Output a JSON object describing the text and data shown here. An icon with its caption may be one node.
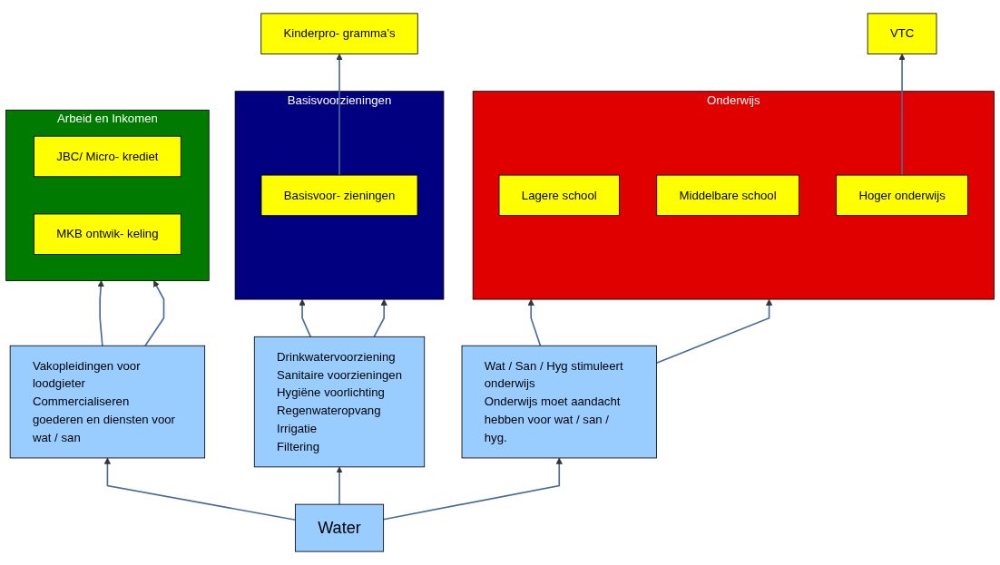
{
  "diagram": {
    "nodes": [
      {
        "text": [
          "Basisvoorzieningen"
        ]
      },
      {
        "text": [
          "Basisvoor- zieningen"
        ],
        "in": 0
      },
      {
        "text": [
          "Kinderpro- gramma’s"
        ]
      },
      {
        "text": [
          "Onderwijs"
        ]
      },
      {
        "text": [
          "Lagere school"
        ],
        "in": 3
      },
      {
        "text": [
          "Middelbare school"
        ],
        "in": 3
      },
      {
        "text": [
          "Hoger onderwijs"
        ],
        "in": 3
      },
      {
        "text": [
          "Arbeid en Inkomen"
        ]
      },
      {
        "text": [
          "VTC"
        ]
      },
      {
        "text": [
          "JBC/ Micro- krediet"
        ],
        "in": 7
      },
      {
        "text": [
          "MKB ontwik- keling"
        ],
        "in": 7
      },
      {
        "text": [
          "Drinkwatervoorziening",
          "Sanitaire voorzieningen",
          "Hygiëne voorlichting",
          "Regenwateropvang",
          "Irrigatie",
          "Filtering"
        ]
      },
      {
        "text": [
          "Wat / San / Hyg stimuleert onderwijs",
          "Onderwijs moet aandacht hebben voor wat / san / hyg."
        ]
      },
      {
        "text": [
          "Vakopleidingen voor loodgieter",
          "Commercialiseren goederen en diensten voor wat / san"
        ]
      },
      {
        "text": [
          "Water"
        ]
      }
    ],
    "edges": [
      {
        "from": 1,
        "to": 2,
        "arrow": "to"
      },
      {
        "from": 6,
        "to": 8,
        "arrow": "to"
      },
      {
        "from": 11,
        "to": 0,
        "arrow": "to"
      },
      {
        "from": 11,
        "to": 0,
        "arrow": "to"
      },
      {
        "from": 12,
        "to": 3,
        "arrow": "to"
      },
      {
        "from": 12,
        "to": 3,
        "arrow": "to"
      },
      {
        "from": 13,
        "to": 7,
        "arrow": "to"
      },
      {
        "from": 13,
        "to": 7,
        "arrow": "to"
      },
      {
        "from": 14,
        "to": 11,
        "arrow": "to"
      },
      {
        "from": 14,
        "to": 12,
        "arrow": "to"
      },
      {
        "from": 14,
        "to": 13,
        "arrow": "to"
      }
    ]
  }
}
